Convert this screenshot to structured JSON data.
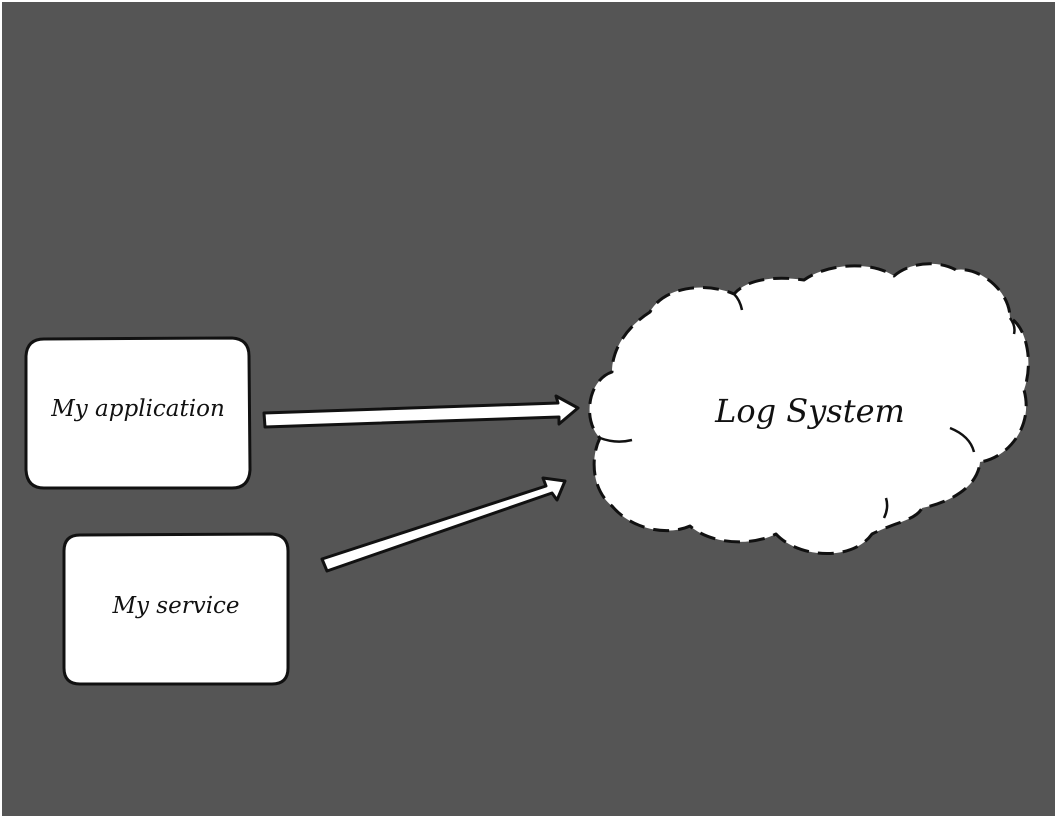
{
  "diagram": {
    "background_color": "#555555",
    "node_color": "#ffffff",
    "stroke_color": "#111111",
    "nodes": {
      "app": {
        "label": "My application",
        "shape": "rounded-rectangle"
      },
      "service": {
        "label": "My service",
        "shape": "rounded-rectangle"
      },
      "log": {
        "label": "Log System",
        "shape": "cloud",
        "border": "dashed"
      }
    },
    "edges": [
      {
        "from": "My application",
        "to": "Log System",
        "style": "block-arrow"
      },
      {
        "from": "My service",
        "to": "Log System",
        "style": "block-arrow"
      }
    ]
  }
}
